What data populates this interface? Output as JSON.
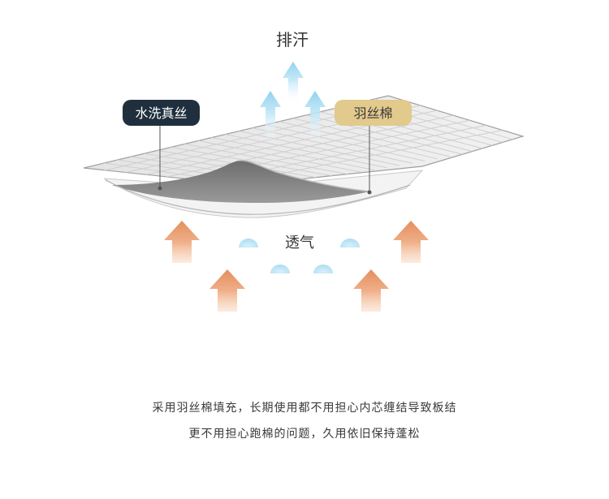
{
  "labels": {
    "sweat": "排汗",
    "silk": "水洗真丝",
    "cotton": "羽丝棉",
    "breathe": "透气"
  },
  "description": {
    "line1": "采用羽丝棉填充，长期使用都不用担心内芯缠结导致板结",
    "line2": "更不用担心跑棉的问题，久用依旧保持蓬松"
  },
  "colors": {
    "up_arrow": "#a8dcf2",
    "warm_arrow": "#e89a6c",
    "silk_tag": "#1f2f3d",
    "cotton_tag": "#e2c98c",
    "quilt_top": "#e8e8e8",
    "quilt_cut": "#7d7d7d"
  }
}
